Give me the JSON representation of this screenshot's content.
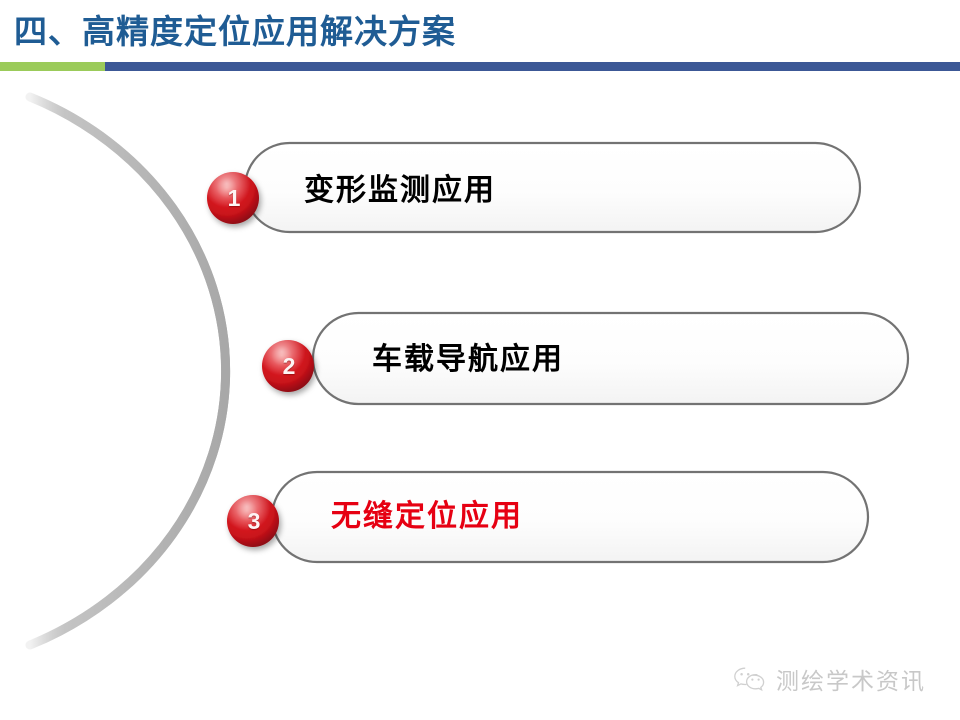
{
  "slide": {
    "title": "四、高精度定位应用解决方案",
    "title_color": "#1F5C94",
    "background_color": "#FFFFFF"
  },
  "divider": {
    "green_color": "#9BCB5A",
    "blue_color": "#3C5896"
  },
  "diagram": {
    "arc_color": "#BFBFBF",
    "bubble_border_color": "#737373",
    "badge_color": "#D71920",
    "items": [
      {
        "number": "1",
        "label": "变形监测应用",
        "label_color": "#000000"
      },
      {
        "number": "2",
        "label": "车载导航应用",
        "label_color": "#000000"
      },
      {
        "number": "3",
        "label": "无缝定位应用",
        "label_color": "#E60012"
      }
    ]
  },
  "watermark": {
    "icon": "wechat-icon",
    "text": "测绘学术资讯",
    "color": "#B9B9B9"
  }
}
